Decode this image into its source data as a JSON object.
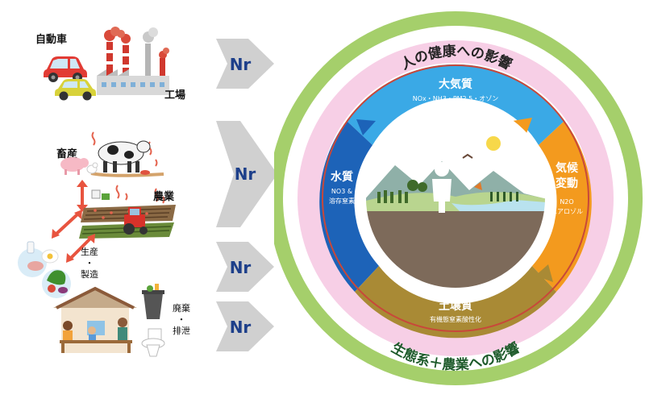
{
  "sources": {
    "car_label": "自動車",
    "factory_label": "工場",
    "livestock_label": "畜産",
    "agriculture_label": "農業",
    "production_label_1": "生産",
    "production_dot": "・",
    "production_label_2": "製造",
    "waste_label_1": "廃棄",
    "waste_dot": "・",
    "waste_label_2": "排泄"
  },
  "arrows": [
    "Nr",
    "Nr",
    "Nr",
    "Nr"
  ],
  "cycle": {
    "outer_label": "生態系＋農業への影響",
    "health_label": "人の健康への影響",
    "atmosphere_title": "大気質",
    "atmosphere_sub": "NOx・NH3・PM2.5・オゾン",
    "water_title": "水質",
    "water_sub_1": "NO3 &",
    "water_sub_2": "溶存窒素",
    "climate_title_1": "気候",
    "climate_title_2": "変動",
    "climate_sub_1": "N2O",
    "climate_sub_2": "エアロゾル",
    "soil_title": "土壌質",
    "soil_sub": "有機態窒素酸性化"
  },
  "colors": {
    "outer_ring": "#a5cf6b",
    "health_ring": "#f7cfe6",
    "atmosphere": "#3aa9e6",
    "water": "#1d63b8",
    "climate": "#f39a1e",
    "soil": "#a98a35",
    "arrow": "#d0d0d0",
    "ground": "#7d6a5a"
  }
}
